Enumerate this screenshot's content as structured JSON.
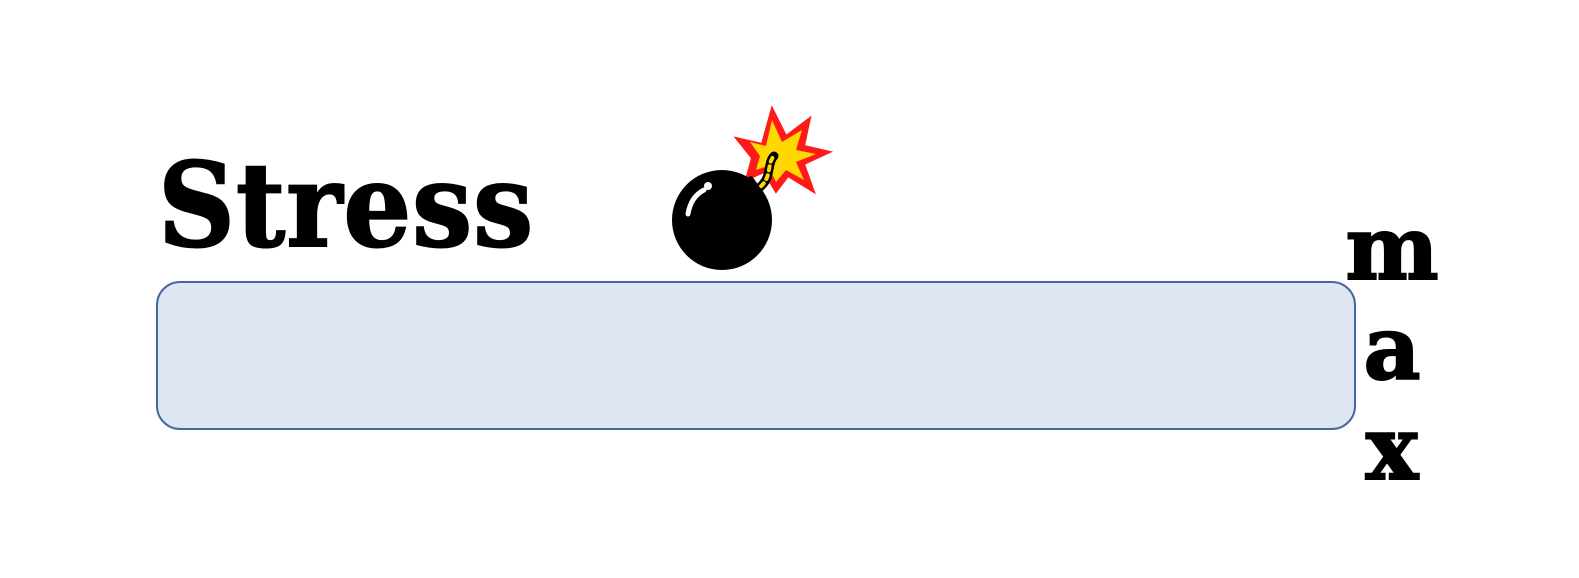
{
  "title": "Stress",
  "meter": {
    "level": 0,
    "end_label": "max"
  },
  "icons": {
    "bomb": "bomb-icon"
  },
  "colors": {
    "meter_fill": "#dde6f2",
    "meter_border": "#46699b",
    "flame_outer": "#ff1a1a",
    "flame_inner": "#ffd800",
    "text": "#000000"
  }
}
